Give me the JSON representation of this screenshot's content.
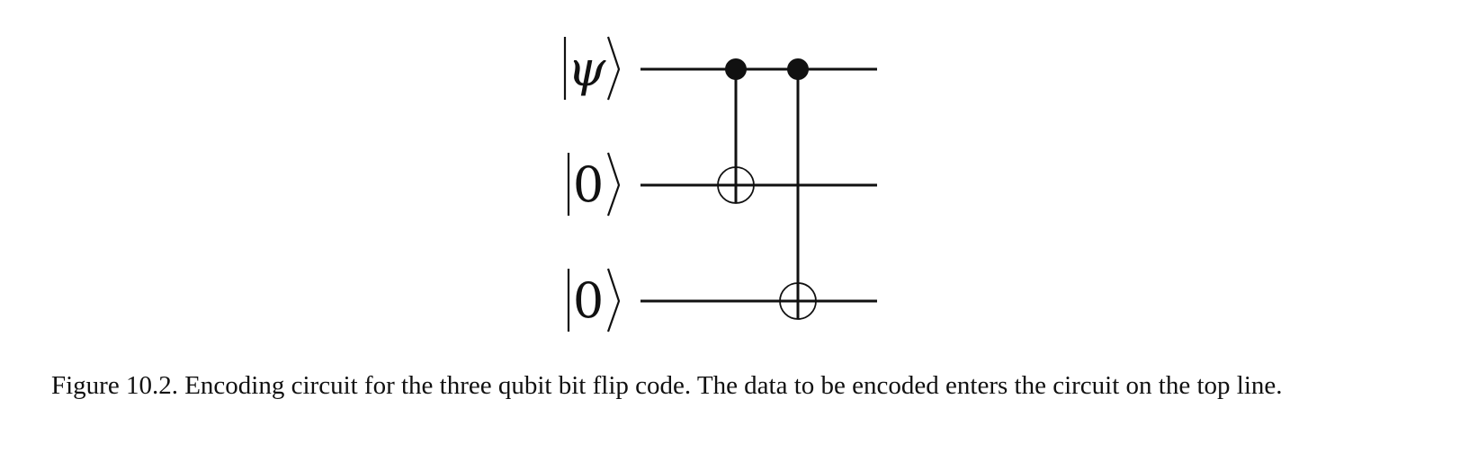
{
  "diagram": {
    "qubits": [
      {
        "state": "ψ"
      },
      {
        "state": "0"
      },
      {
        "state": "0"
      }
    ],
    "gates": [
      {
        "type": "CNOT",
        "control": 0,
        "target": 1
      },
      {
        "type": "CNOT",
        "control": 0,
        "target": 2
      }
    ]
  },
  "caption": {
    "text": "Figure 10.2. Encoding circuit for the three qubit bit flip code. The data to be encoded enters the circuit on the top line."
  },
  "colors": {
    "ink": "#111111",
    "background": "#ffffff"
  }
}
